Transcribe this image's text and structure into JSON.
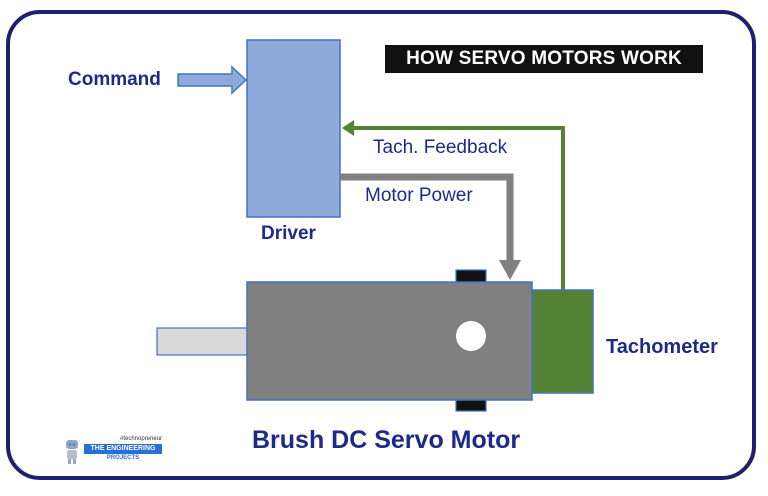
{
  "title": "HOW SERVO MOTORS WORK",
  "labels": {
    "command": "Command",
    "driver": "Driver",
    "tach_feedback": "Tach. Feedback",
    "motor_power": "Motor Power",
    "tachometer": "Tachometer",
    "motor_name": "Brush DC Servo Motor"
  },
  "logo": {
    "tagline": "#technopreneur",
    "brand_line1": "THE ENGINEERING",
    "brand_line2": "PROJECTS"
  },
  "colors": {
    "frame": "#1f1f6e",
    "text": "#1e2a8a",
    "driver_fill": "#8eaadb",
    "arrow_fill": "#8eaadb",
    "motor_fill": "#808080",
    "tachometer_fill": "#548235",
    "feedback_line": "#548235",
    "power_line": "#808080",
    "shaft_fill": "#d9d9d9"
  }
}
